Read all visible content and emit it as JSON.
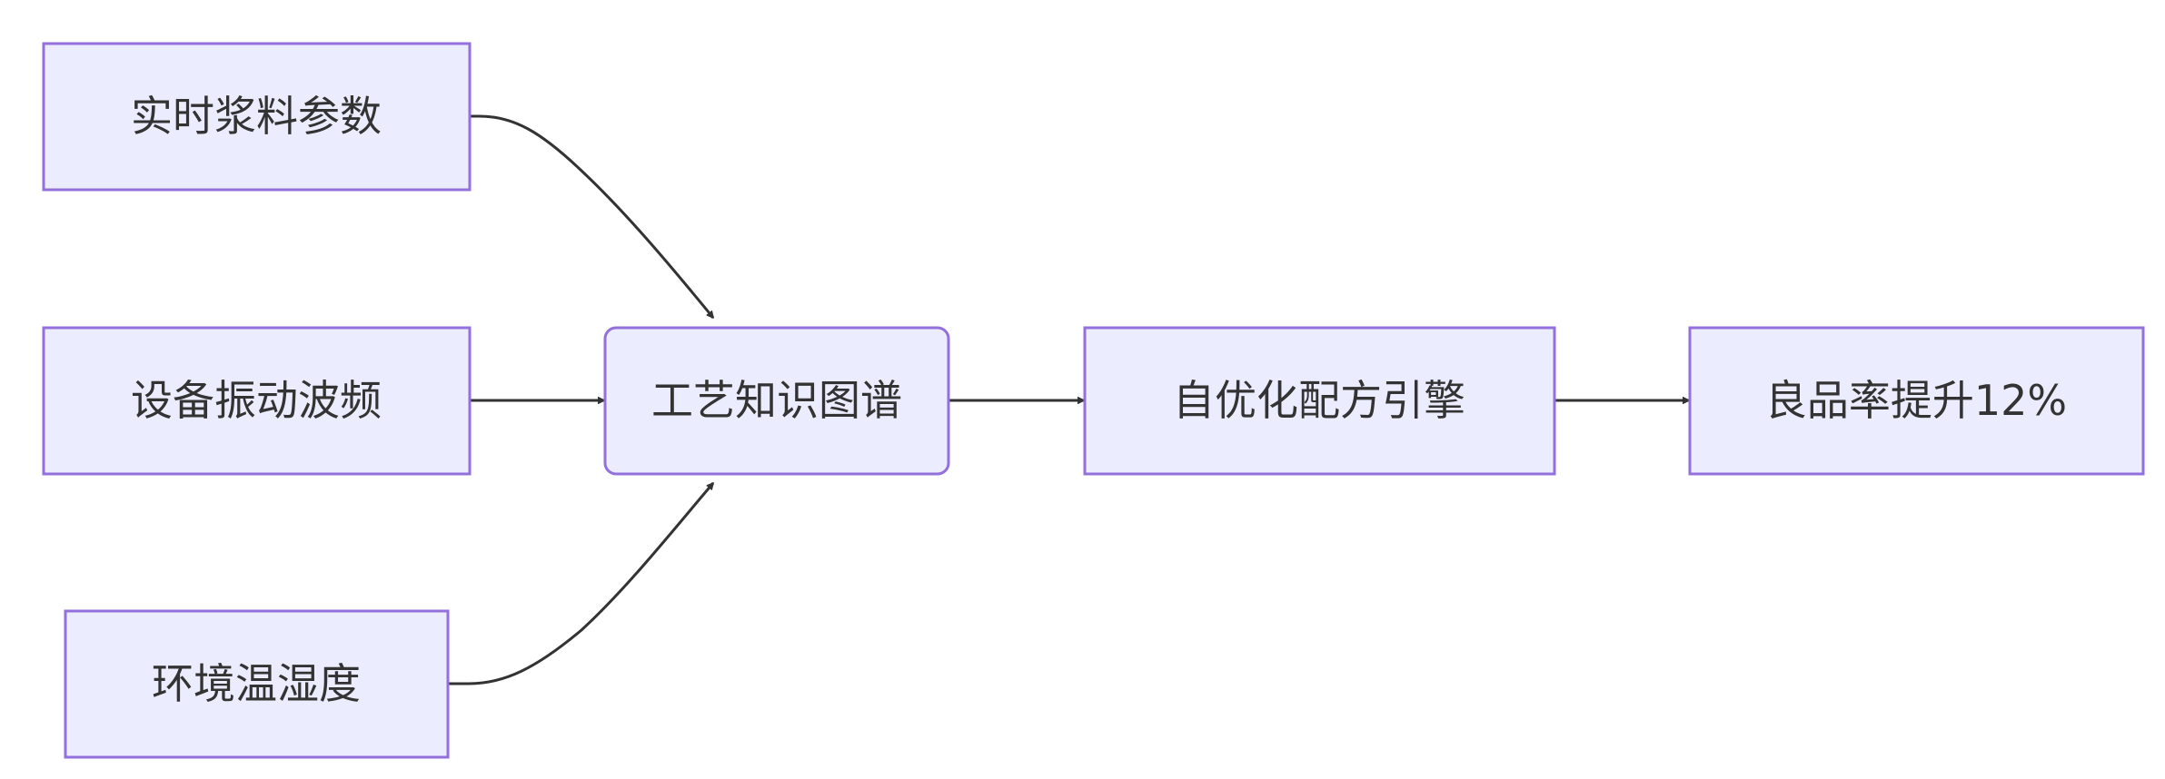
{
  "diagram": {
    "type": "flowchart",
    "direction": "left-to-right",
    "colors": {
      "node_fill": "#ECECFF",
      "node_stroke": "#9370DB",
      "edge": "#333333",
      "text": "#333333",
      "background": "#FFFFFF"
    },
    "nodes": {
      "slurry": {
        "label": "实时浆料参数"
      },
      "vibration": {
        "label": "设备振动波频"
      },
      "environment": {
        "label": "环境温湿度"
      },
      "knowledge_graph": {
        "label": "工艺知识图谱"
      },
      "engine": {
        "label": "自优化配方引擎"
      },
      "yield": {
        "label": "良品率提升12%"
      }
    },
    "edges": [
      {
        "from": "slurry",
        "to": "knowledge_graph"
      },
      {
        "from": "vibration",
        "to": "knowledge_graph"
      },
      {
        "from": "environment",
        "to": "knowledge_graph"
      },
      {
        "from": "knowledge_graph",
        "to": "engine"
      },
      {
        "from": "engine",
        "to": "yield"
      }
    ]
  }
}
